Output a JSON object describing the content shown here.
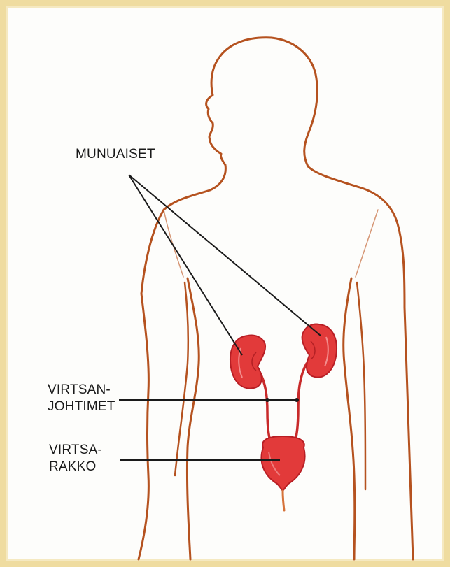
{
  "labels": {
    "kidneys": "MUNUAISET",
    "ureters_line1": "VIRTSAN-",
    "ureters_line2": "JOHTIMET",
    "bladder_line1": "VIRTSA-",
    "bladder_line2": "RAKKO"
  },
  "colors": {
    "frame": "#efdca0",
    "outline": "#b5521f",
    "organ": "#e23a3a",
    "organ_dark": "#b81e24",
    "leader": "#1a1a1a"
  }
}
